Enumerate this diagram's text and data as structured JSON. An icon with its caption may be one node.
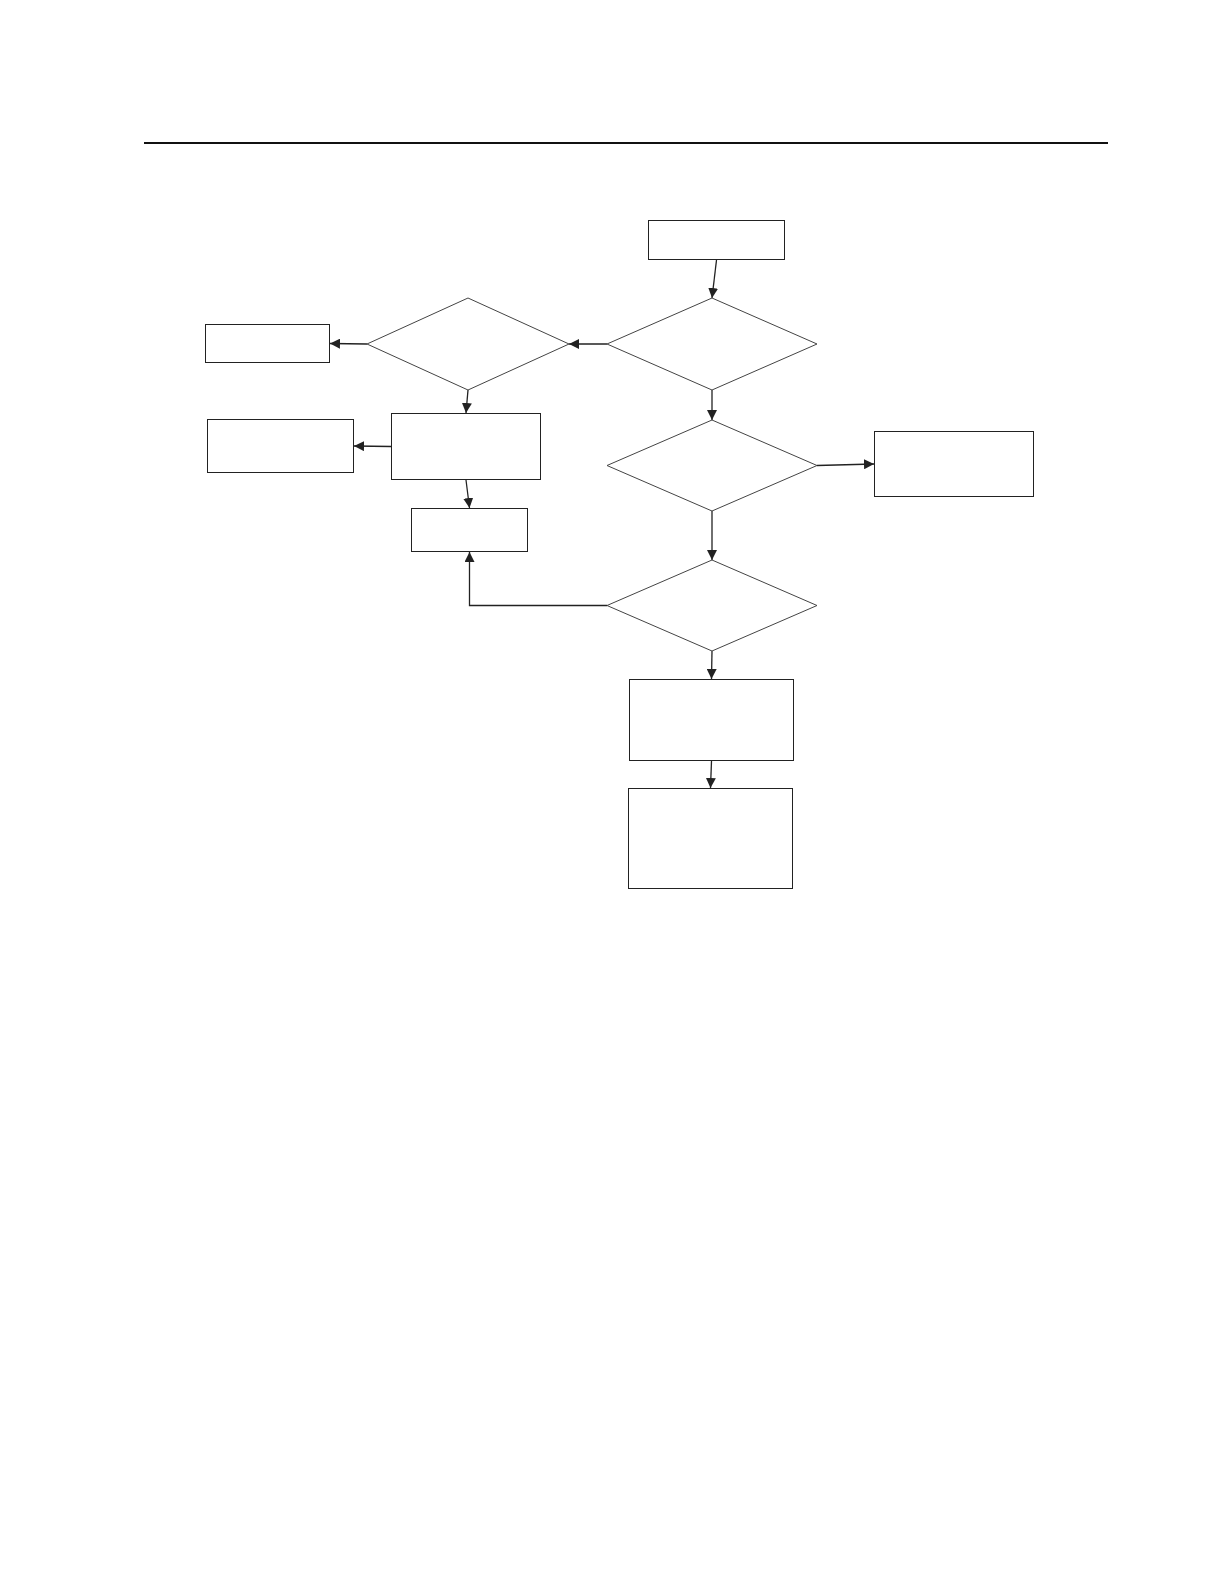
{
  "diagram": {
    "nodes": [
      {
        "text": [],
        "shape": "box"
      },
      {
        "text": [],
        "shape": "box"
      },
      {
        "text": [],
        "shape": "diamond"
      },
      {
        "text": [],
        "shape": "diamond"
      },
      {
        "text": [],
        "shape": "box"
      },
      {
        "text": [],
        "shape": "box"
      },
      {
        "text": [],
        "shape": "diamond"
      },
      {
        "text": [],
        "shape": "box"
      },
      {
        "text": [],
        "shape": "box"
      },
      {
        "text": [],
        "shape": "diamond"
      },
      {
        "text": [],
        "shape": "box"
      },
      {
        "text": [],
        "shape": "box"
      }
    ],
    "edges": [
      {
        "from": 0,
        "to": 3,
        "arrow": "to"
      },
      {
        "from": 3,
        "to": 2,
        "arrow": "to"
      },
      {
        "from": 2,
        "to": 1,
        "arrow": "to"
      },
      {
        "from": 2,
        "to": 5,
        "arrow": "to"
      },
      {
        "from": 5,
        "to": 4,
        "arrow": "to"
      },
      {
        "from": 5,
        "to": 8,
        "arrow": "to"
      },
      {
        "from": 3,
        "to": 6,
        "arrow": "to"
      },
      {
        "from": 6,
        "to": 7,
        "arrow": "to"
      },
      {
        "from": 6,
        "to": 9,
        "arrow": "to"
      },
      {
        "from": 9,
        "to": 8,
        "arrow": "to"
      },
      {
        "from": 9,
        "to": 10,
        "arrow": "to"
      },
      {
        "from": 10,
        "to": 11,
        "arrow": "to"
      }
    ]
  }
}
